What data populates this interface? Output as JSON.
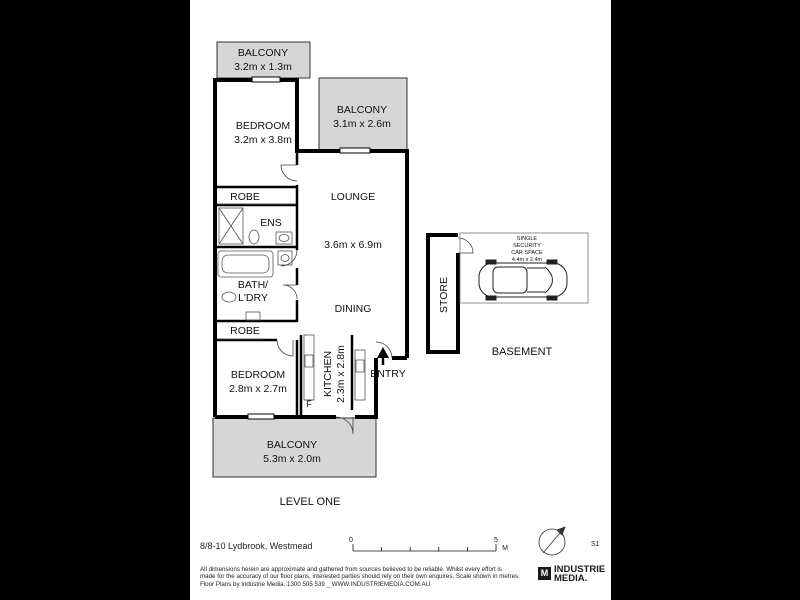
{
  "rooms": {
    "balcony_top_left": {
      "name": "BALCONY",
      "size": "3.2m x 1.3m"
    },
    "balcony_top_right": {
      "name": "BALCONY",
      "size": "3.1m x 2.6m"
    },
    "bedroom_1": {
      "name": "BEDROOM",
      "size": "3.2m x 3.8m"
    },
    "robe_1": {
      "name": "ROBE"
    },
    "ensuite": {
      "name": "ENS"
    },
    "bath_laundry": {
      "name_line1": "BATH/",
      "name_line2": "L'DRY"
    },
    "robe_2": {
      "name": "ROBE"
    },
    "bedroom_2": {
      "name": "BEDROOM",
      "size": "2.8m x 2.7m"
    },
    "lounge": {
      "name": "LOUNGE"
    },
    "lounge_dining_size": "3.6m x 6.9m",
    "dining": {
      "name": "DINING"
    },
    "kitchen": {
      "name": "KITCHEN",
      "size": "2.3m x 2.8m"
    },
    "fridge": {
      "name": "F"
    },
    "entry": {
      "name": "ENTRY"
    },
    "balcony_bottom": {
      "name": "BALCONY",
      "size": "5.3m x 2.0m"
    },
    "store": {
      "name": "STORE"
    },
    "car_space": {
      "line1": "SINGLE",
      "line2": "SECURITY",
      "line3": "CAR SPACE",
      "size": "4.4m x 2.4m"
    }
  },
  "level_label": "LEVEL ONE",
  "basement_label": "BASEMENT",
  "scale": {
    "start": "0",
    "end": "5",
    "unit": "M"
  },
  "address": "8/8-10 Lydbrook, Westmead",
  "sheet_id": "S1",
  "disclaimer": {
    "line1": "All dimensions herein are approximate and gathered from sources believed to be reliable.  Whilst every effort is",
    "line2": "made for the accuracy of our floor plans, interested parties should rely on their own enquires. Scale shown in metres.",
    "line3": "Floor Plans by Industrie Media.  1300 505 539 _ WWW.INDUSTRIEMEDIA.COM.AU"
  },
  "brand": {
    "mark": "M",
    "line1": "INDUSTRIE",
    "line2": "MEDIA."
  }
}
